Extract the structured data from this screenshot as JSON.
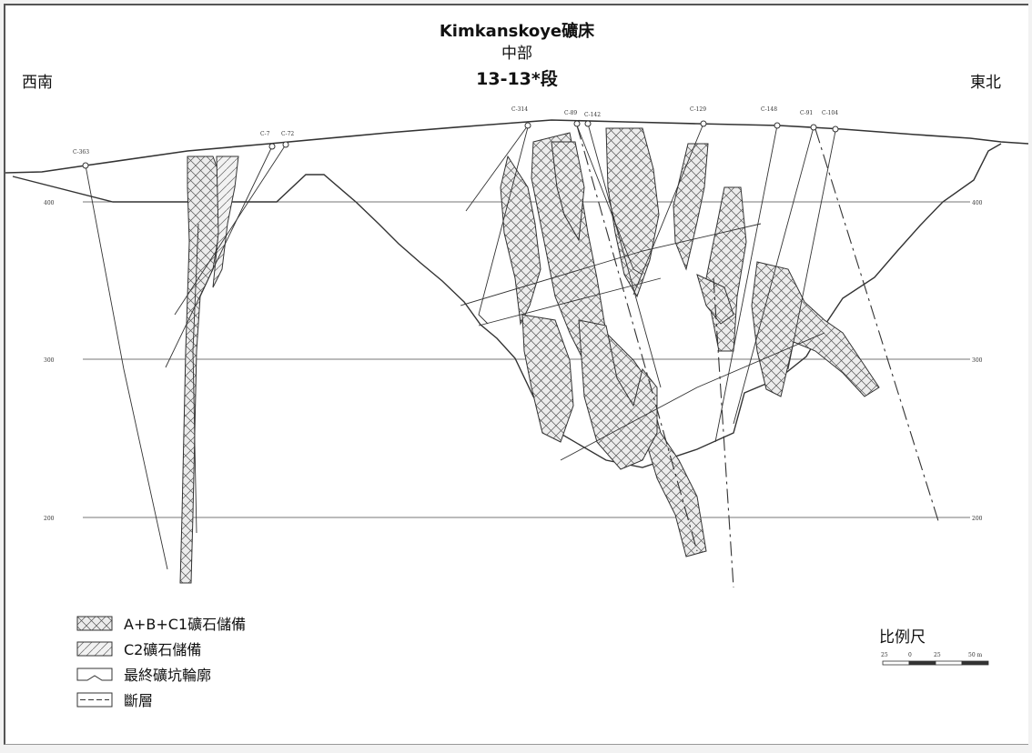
{
  "header": {
    "title_line1": "Kimkanskoye礦床",
    "title_line2": "中部",
    "title_line3": "13-13*段"
  },
  "directions": {
    "left": "西南",
    "right": "東北"
  },
  "drillholes": [
    "C-363",
    "C-7",
    "C-72",
    "C-314",
    "C-89",
    "C-142",
    "C-129",
    "C-148",
    "C-91",
    "C-104"
  ],
  "elevation_labels": {
    "left": [
      "400",
      "300",
      "200"
    ],
    "right": [
      "400",
      "300",
      "200"
    ]
  },
  "legend": {
    "items": [
      {
        "label": "A+B+C1礦石儲備",
        "pattern": "crosshatch"
      },
      {
        "label": "C2礦石儲備",
        "pattern": "diagonal"
      },
      {
        "label": "最終礦坑輪廓",
        "pattern": "pit-outline"
      },
      {
        "label": "斷層",
        "pattern": "fault-dash"
      }
    ]
  },
  "scale": {
    "label": "比例尺",
    "ticks": [
      "25",
      "0",
      "25",
      "50 m"
    ]
  },
  "colors": {
    "line": "#333333",
    "ore_fill": "#e6e6e6"
  }
}
